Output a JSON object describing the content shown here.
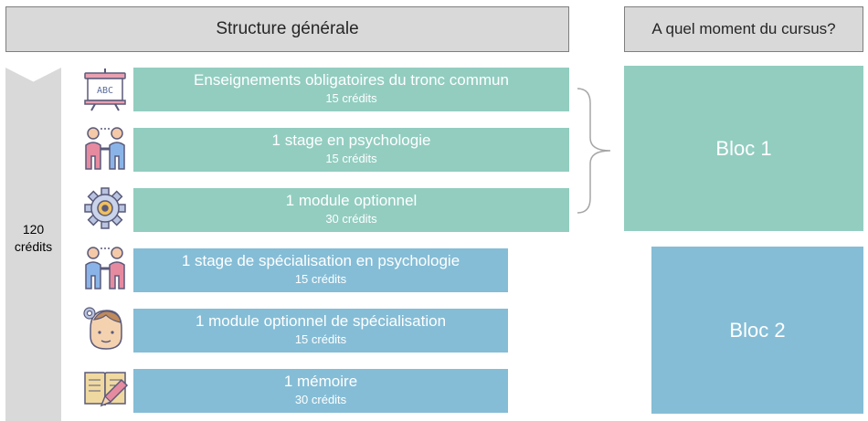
{
  "headers": {
    "structure": "Structure générale",
    "when": "A quel moment du cursus?"
  },
  "total": {
    "value": "120",
    "unit": "crédits"
  },
  "courses": [
    {
      "title": "Enseignements obligatoires du tronc commun",
      "credits": "15 crédits",
      "icon": "presentation-board-icon",
      "bloc": 1
    },
    {
      "title": "1 stage en psychologie",
      "credits": "15 crédits",
      "icon": "handshake-icon",
      "bloc": 1
    },
    {
      "title": "1 module optionnel",
      "credits": "30 crédits",
      "icon": "gear-icon",
      "bloc": 1
    },
    {
      "title": "1 stage de spécialisation en psychologie",
      "credits": "15 crédits",
      "icon": "handshake-icon",
      "bloc": 2
    },
    {
      "title": "1 module optionnel de spécialisation",
      "credits": "15 crédits",
      "icon": "thinking-head-icon",
      "bloc": 2
    },
    {
      "title": "1 mémoire",
      "credits": "30 crédits",
      "icon": "notebook-pencil-icon",
      "bloc": 2
    }
  ],
  "blocs": {
    "bloc1": "Bloc 1",
    "bloc2": "Bloc 2"
  },
  "colors": {
    "header_bg": "#d9d9d9",
    "bloc1": "#92cdc0",
    "bloc2": "#85bdd6",
    "text_on_color": "#ffffff"
  }
}
